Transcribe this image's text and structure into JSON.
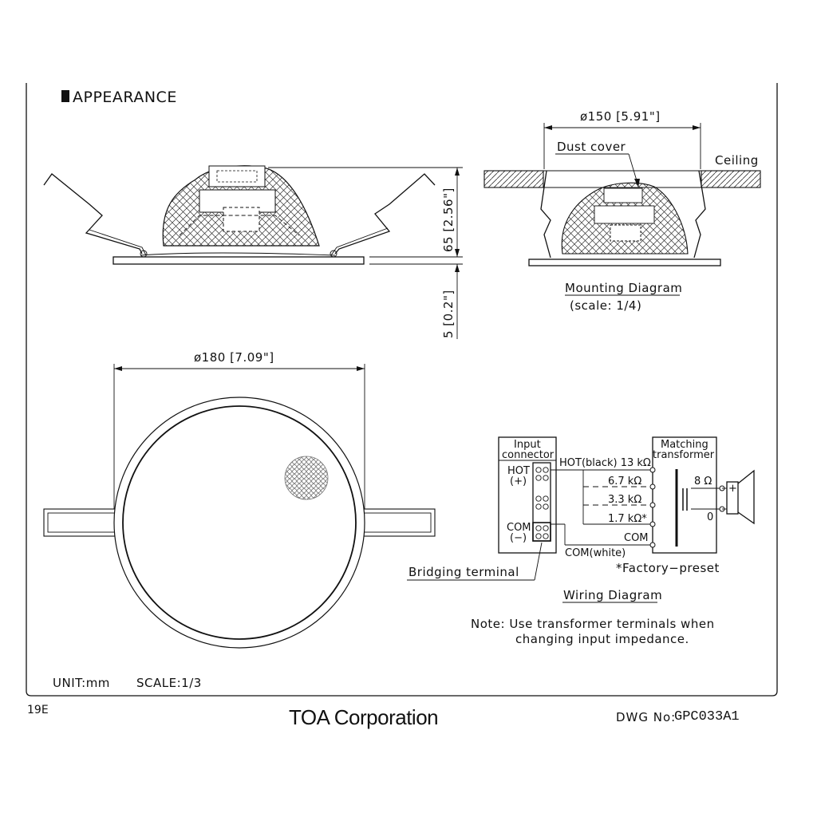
{
  "section_title": "APPEARANCE",
  "dimensions": {
    "mount_diameter": "ø150 [5.91\"]",
    "height": "65 [2.56\"]",
    "flange": "5 [0.2\"]",
    "outer_diameter": "ø180 [7.09\"]"
  },
  "mounting": {
    "dust_cover": "Dust cover",
    "ceiling": "Ceiling",
    "title": "Mounting Diagram",
    "scale": "(scale: 1/4)"
  },
  "wiring": {
    "input_connector": [
      "Input",
      "connector"
    ],
    "hot": [
      "HOT",
      "(+)"
    ],
    "com": [
      "COM",
      "(−)"
    ],
    "matching_transformer": [
      "Matching",
      "transformer"
    ],
    "taps": [
      "HOT(black) 13 kΩ",
      "6.7 kΩ",
      "3.3 kΩ",
      "1.7 kΩ*",
      "COM"
    ],
    "com_white": "COM(white)",
    "ohm_8": "8 Ω",
    "zero": "0",
    "factory_preset": "*Factory−preset",
    "bridging_terminal": "Bridging terminal",
    "title": "Wiring Diagram",
    "note": [
      "Note: Use transformer terminals when",
      "changing input impedance."
    ]
  },
  "unit": "UNIT:mm",
  "scale": "SCALE:1/3",
  "page": "19E",
  "company": "TOA Corporation",
  "dwg_label": "DWG No:",
  "dwg_no": "GPC033A1"
}
